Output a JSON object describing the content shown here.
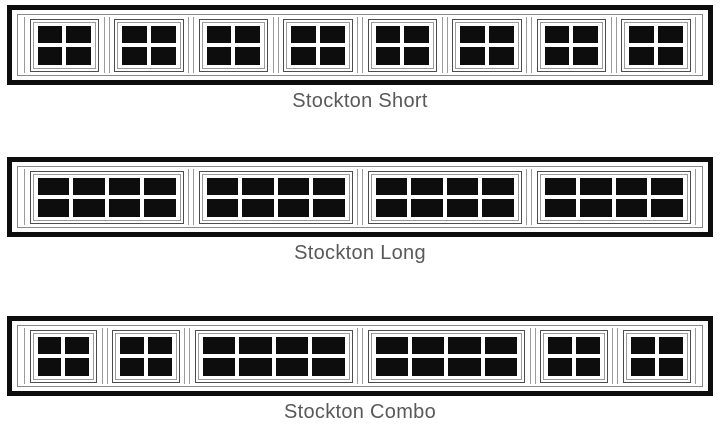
{
  "colors": {
    "door_border": "#0d0d0d",
    "trim_line": "#8a8a8a",
    "frame_dark": "#4d4d4d",
    "frame_mid": "#9a9a9a",
    "glass": "#0d0d0d",
    "muntin": "#ffffff",
    "label_text": "#595959"
  },
  "doors": [
    {
      "id": "stockton-short",
      "label": "Stockton Short",
      "windows": [
        "short",
        "short",
        "short",
        "short",
        "short",
        "short",
        "short",
        "short"
      ]
    },
    {
      "id": "stockton-long",
      "label": "Stockton Long",
      "windows": [
        "long",
        "long",
        "long",
        "long"
      ]
    },
    {
      "id": "stockton-combo",
      "label": "Stockton Combo",
      "windows": [
        "short",
        "short",
        "long",
        "long",
        "short",
        "short"
      ]
    }
  ],
  "window_specs": {
    "short": {
      "cols": 2,
      "rows": 2
    },
    "long": {
      "cols": 4,
      "rows": 2
    }
  }
}
